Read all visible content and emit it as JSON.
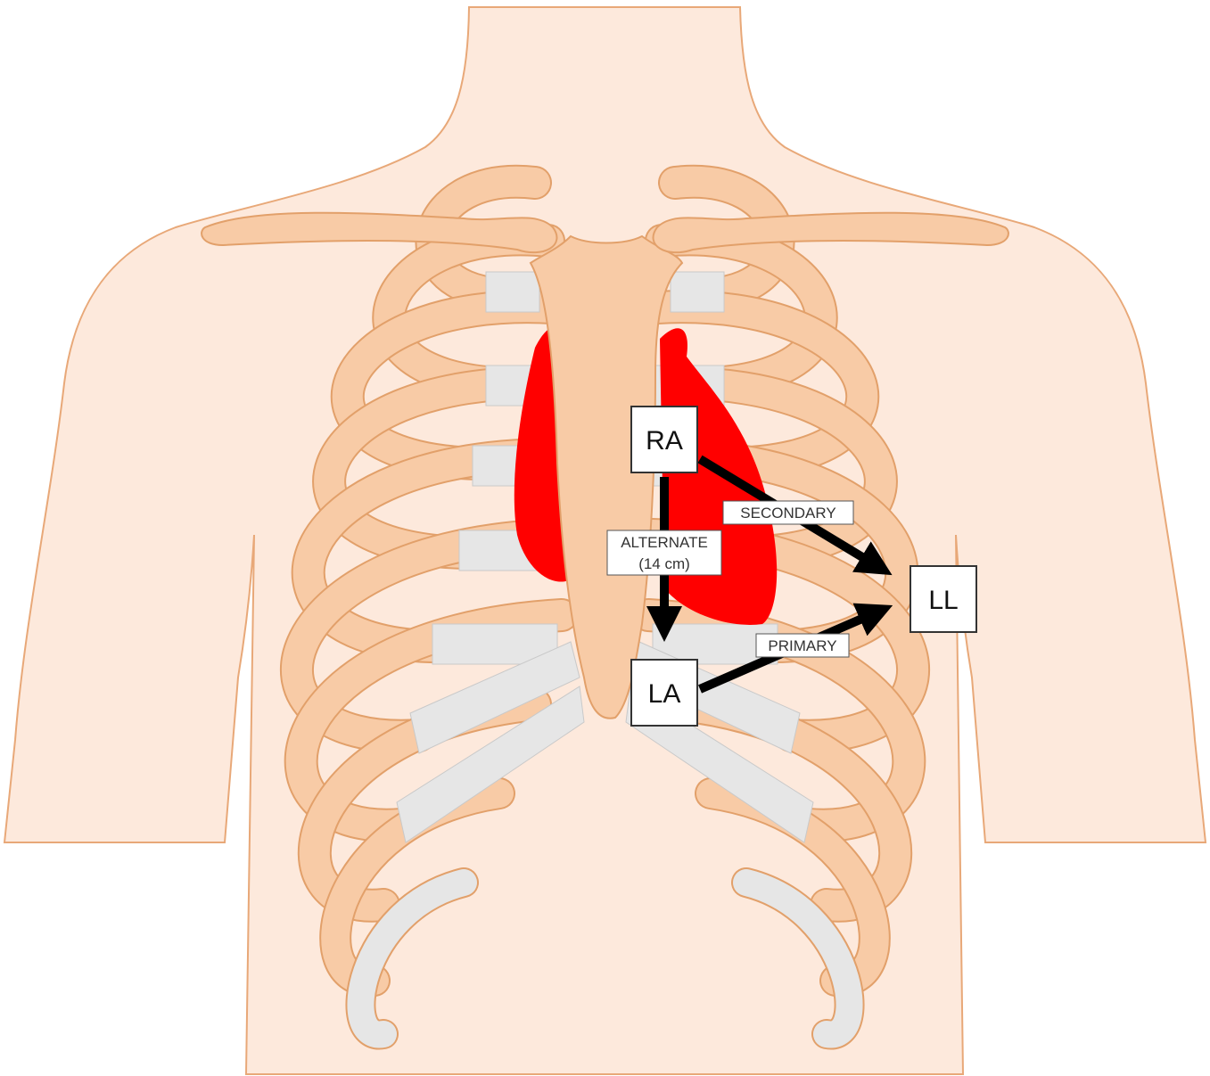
{
  "colors": {
    "skin": "#fde9dc",
    "skin_outline": "#e8a878",
    "bone": "#f8cba6",
    "bone_outline": "#e2a06a",
    "cartilage": "#e6e6e6",
    "heart": "#ff0000",
    "arrow": "#000000",
    "label_border": "#555555"
  },
  "leads": {
    "ra": "RA",
    "la": "LA",
    "ll": "LL"
  },
  "paths": {
    "alternate": {
      "line1": "ALTERNATE",
      "line2": "(14 cm)"
    },
    "secondary": "SECONDARY",
    "primary": "PRIMARY"
  }
}
